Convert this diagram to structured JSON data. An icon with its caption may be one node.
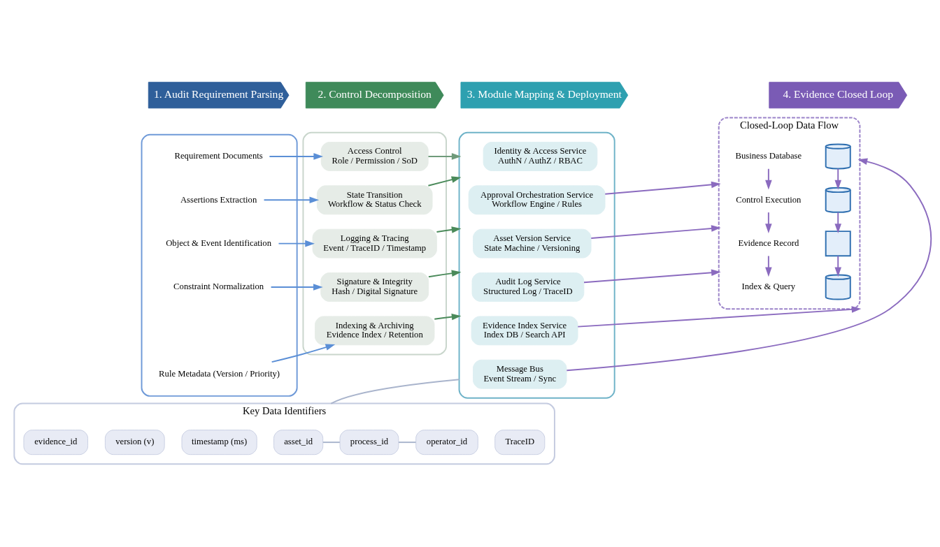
{
  "diagram": {
    "nodes": [
      {
        "text": [
          "1. Audit Requirement Parsing"
        ]
      },
      {
        "text": [
          "2. Control Decomposition"
        ]
      },
      {
        "text": [
          "3. Module Mapping & Deployment"
        ]
      },
      {
        "text": [
          "4. Evidence Closed Loop"
        ]
      },
      {
        "text": [],
        "shape": "box"
      },
      {
        "text": [
          "Requirement Documents"
        ],
        "in": 4
      },
      {
        "text": [
          "Assertions Extraction"
        ],
        "in": 4
      },
      {
        "text": [
          "Object & Event Identification"
        ],
        "in": 4
      },
      {
        "text": [
          "Constraint Normalization"
        ],
        "in": 4
      },
      {
        "text": [
          "Rule Metadata (Version / Priority)"
        ],
        "in": 4
      },
      {
        "text": [],
        "shape": "box"
      },
      {
        "text": [
          "Access Control",
          "Role / Permission / SoD"
        ],
        "in": 10
      },
      {
        "text": [
          "State Transition",
          "Workflow & Status Check"
        ],
        "in": 10
      },
      {
        "text": [
          "Logging & Tracing",
          "Event / TraceID / Timestamp"
        ],
        "in": 10
      },
      {
        "text": [
          "Signature & Integrity",
          "Hash / Digital Signature"
        ],
        "in": 10
      },
      {
        "text": [
          "Indexing & Archiving",
          "Evidence Index / Retention"
        ],
        "in": 10
      },
      {
        "text": [],
        "shape": "box"
      },
      {
        "text": [
          "Identity & Access Service",
          "AuthN / AuthZ / RBAC"
        ],
        "in": 16
      },
      {
        "text": [
          "Approval Orchestration Service",
          "Workflow Engine / Rules"
        ],
        "in": 16
      },
      {
        "text": [
          "Asset Version Service",
          "State Machine / Versioning"
        ],
        "in": 16
      },
      {
        "text": [
          "Audit Log Service",
          "Structured Log / TraceID"
        ],
        "in": 16
      },
      {
        "text": [
          "Evidence Index Service",
          "Index DB / Search API"
        ],
        "in": 16
      },
      {
        "text": [
          "Message Bus",
          "Event Stream / Sync"
        ],
        "in": 16
      },
      {
        "text": [
          "Closed-Loop Data Flow"
        ]
      },
      {
        "text": [],
        "shape": "cylinder",
        "in": 23
      },
      {
        "text": [
          "Business Database"
        ],
        "in": 23
      },
      {
        "text": [],
        "shape": "cylinder",
        "in": 23
      },
      {
        "text": [
          "Control Execution"
        ],
        "in": 23
      },
      {
        "text": [],
        "shape": "box",
        "in": 23
      },
      {
        "text": [
          "Evidence Record"
        ],
        "in": 23
      },
      {
        "text": [],
        "shape": "cylinder",
        "in": 23
      },
      {
        "text": [
          "Index & Query"
        ],
        "in": 23
      },
      {
        "text": [
          "Key Data Identifiers"
        ]
      },
      {
        "text": [
          "asset_id"
        ],
        "in": 32
      },
      {
        "text": [
          "process_id"
        ],
        "in": 32
      },
      {
        "text": [
          "operator_id"
        ],
        "in": 32
      },
      {
        "text": [
          "TraceID"
        ],
        "in": 32
      },
      {
        "text": [
          "timestamp (ms)"
        ],
        "in": 32
      },
      {
        "text": [
          "version (v)"
        ],
        "in": 32
      },
      {
        "text": [
          "evidence_id"
        ],
        "in": 32
      }
    ],
    "edges": [
      {
        "from": 5,
        "to": 11,
        "arrow": "to",
        "color": "#5b8fd6"
      },
      {
        "from": 6,
        "to": 12,
        "arrow": "to",
        "color": "#5b8fd6"
      },
      {
        "from": 7,
        "to": 13,
        "arrow": "to",
        "color": "#5b8fd6"
      },
      {
        "from": 8,
        "to": 14,
        "arrow": "to",
        "color": "#5b8fd6"
      },
      {
        "from": 9,
        "to": 15,
        "arrow": "to",
        "color": "#5b8fd6"
      },
      {
        "from": 11,
        "to": 16,
        "arrow": "to",
        "color": "#6f9a7a"
      },
      {
        "from": 12,
        "to": 16,
        "arrow": "to",
        "color": "#4a8a5a"
      },
      {
        "from": 13,
        "to": 16,
        "arrow": "to",
        "color": "#4a8a5a"
      },
      {
        "from": 14,
        "to": 16,
        "arrow": "to",
        "color": "#4a8a5a"
      },
      {
        "from": 15,
        "to": 16,
        "arrow": "to",
        "color": "#4a8a5a"
      },
      {
        "from": 18,
        "to": 23,
        "arrow": "to",
        "color": "#8b6bbf"
      },
      {
        "from": 19,
        "to": 23,
        "arrow": "to",
        "color": "#8b6bbf"
      },
      {
        "from": 20,
        "to": 23,
        "arrow": "to",
        "color": "#8b6bbf"
      },
      {
        "from": 21,
        "to": 23,
        "arrow": "to",
        "color": "#8b6bbf"
      },
      {
        "from": 22,
        "to": 23,
        "arrow": "to",
        "color": "#8b6bbf"
      },
      {
        "from": 24,
        "to": 26,
        "arrow": "to",
        "color": "#8b6bbf"
      },
      {
        "from": 26,
        "to": 28,
        "arrow": "to",
        "color": "#8b6bbf"
      },
      {
        "from": 28,
        "to": 30,
        "arrow": "to",
        "color": "#8b6bbf"
      },
      {
        "from": 25,
        "to": 27,
        "arrow": "to",
        "color": "#8b6bbf"
      },
      {
        "from": 27,
        "to": 29,
        "arrow": "to",
        "color": "#8b6bbf"
      },
      {
        "from": 29,
        "to": 31,
        "arrow": "to",
        "color": "#8b6bbf"
      },
      {
        "from": 16,
        "to": 32,
        "arrow": "none",
        "color": "#a9b4cc"
      },
      {
        "from": 33,
        "to": 34,
        "arrow": "none",
        "color": "#a9b4cc"
      },
      {
        "from": 34,
        "to": 35,
        "arrow": "none",
        "color": "#a9b4cc"
      }
    ]
  }
}
